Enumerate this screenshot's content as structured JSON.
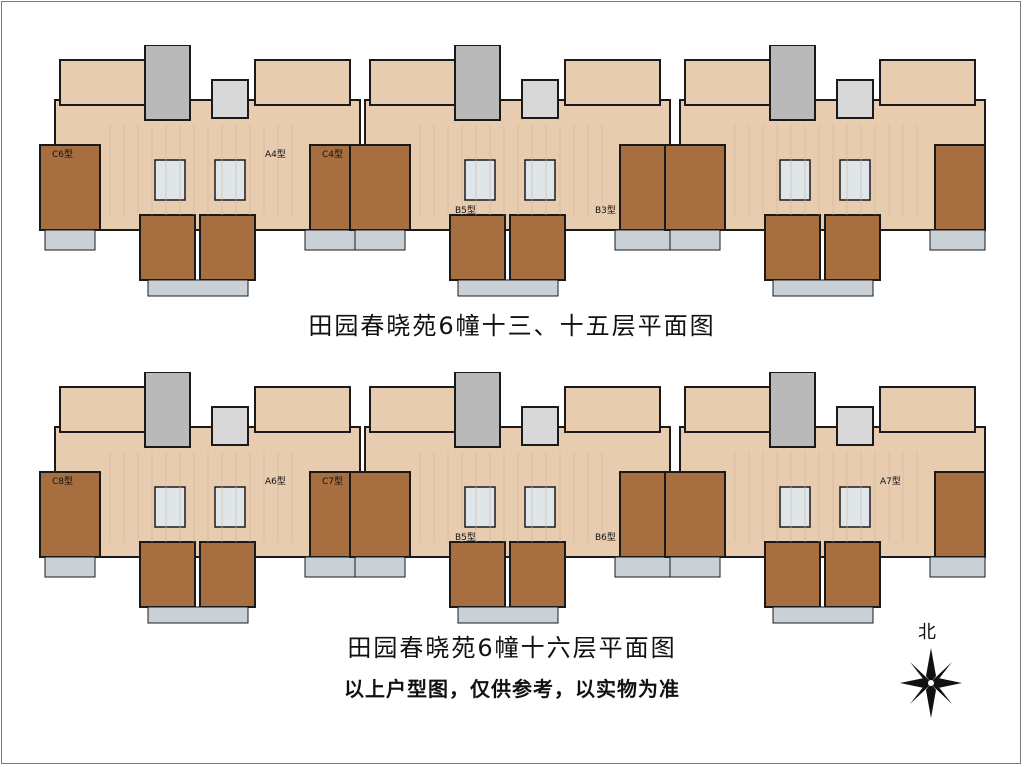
{
  "plans": {
    "top": {
      "title": "田园春晓苑6幢十三、十五层平面图",
      "unit_types": [
        "C6型",
        "A4型",
        "C4型",
        "B5型",
        "B3型"
      ]
    },
    "bottom": {
      "title": "田园春晓苑6幢十六层平面图",
      "unit_types": [
        "C8型",
        "A6型",
        "C7型",
        "B5型",
        "B6型",
        "A7型"
      ]
    }
  },
  "disclaimer": "以上户型图，仅供参考，以实物为准",
  "north_label": "北",
  "colors": {
    "bedroom": "#a76f3f",
    "floor": "#e8ccb0",
    "wall": "#1a1a1a",
    "balcony": "#c9d1d6",
    "core": "#b9b9b9"
  }
}
